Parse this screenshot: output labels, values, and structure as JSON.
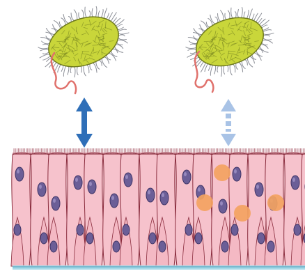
{
  "figure": {
    "left_bacterium": {
      "icon": "flagellated-bacterium-icon",
      "body_color": "#c9d63a",
      "pili_color": "#8d9098",
      "flagellum_color": "#e0716c"
    },
    "right_bacterium": {
      "icon": "flagellated-bacterium-icon",
      "body_color": "#c9d63a",
      "pili_color": "#8d9098",
      "flagellum_color": "#e0716c"
    },
    "left_arrow": {
      "icon": "double-headed-arrow-icon",
      "style": "solid",
      "color": "#2f6fb8"
    },
    "right_arrow": {
      "icon": "dashed-double-headed-arrow-icon",
      "style": "dashed",
      "color": "#a9c3e6"
    },
    "epithelium": {
      "cell_color": "#f6c2cc",
      "cell_outline_color": "#8a2d3e",
      "nucleus_color": "#6b5e97",
      "microvilli_color": "#b97a86",
      "basement_membrane_color": "#a5d9e8"
    },
    "orange_particles": {
      "color": "#f3a361",
      "count": 4
    }
  }
}
